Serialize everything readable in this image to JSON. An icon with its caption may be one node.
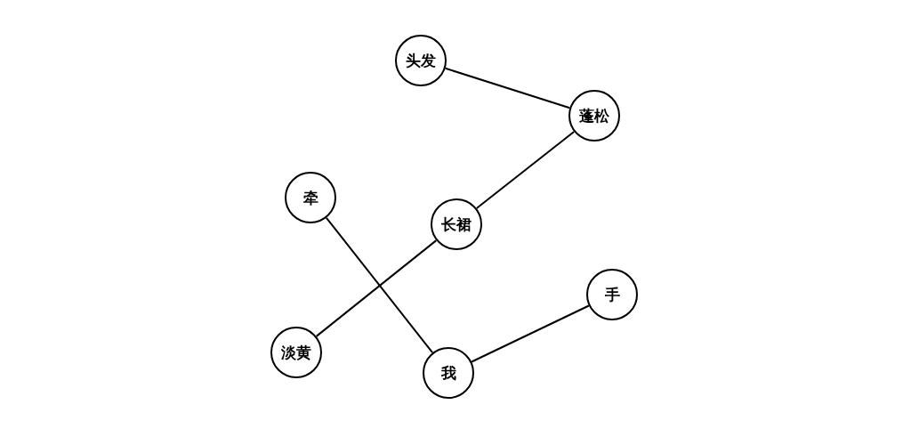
{
  "diagram": {
    "nodes": [
      {
        "text": [
          "头发"
        ]
      },
      {
        "text": [
          "蓬松"
        ]
      },
      {
        "text": [
          "牵"
        ]
      },
      {
        "text": [
          "长裙"
        ]
      },
      {
        "text": [
          "手"
        ]
      },
      {
        "text": [
          "淡黄"
        ]
      },
      {
        "text": [
          "我"
        ]
      }
    ],
    "edges": [
      {
        "from": 0,
        "to": 1,
        "arrow": "none"
      },
      {
        "from": 1,
        "to": 3,
        "arrow": "none"
      },
      {
        "from": 3,
        "to": 5,
        "arrow": "none"
      },
      {
        "from": 2,
        "to": 6,
        "arrow": "none"
      },
      {
        "from": 6,
        "to": 4,
        "arrow": "none"
      }
    ]
  }
}
